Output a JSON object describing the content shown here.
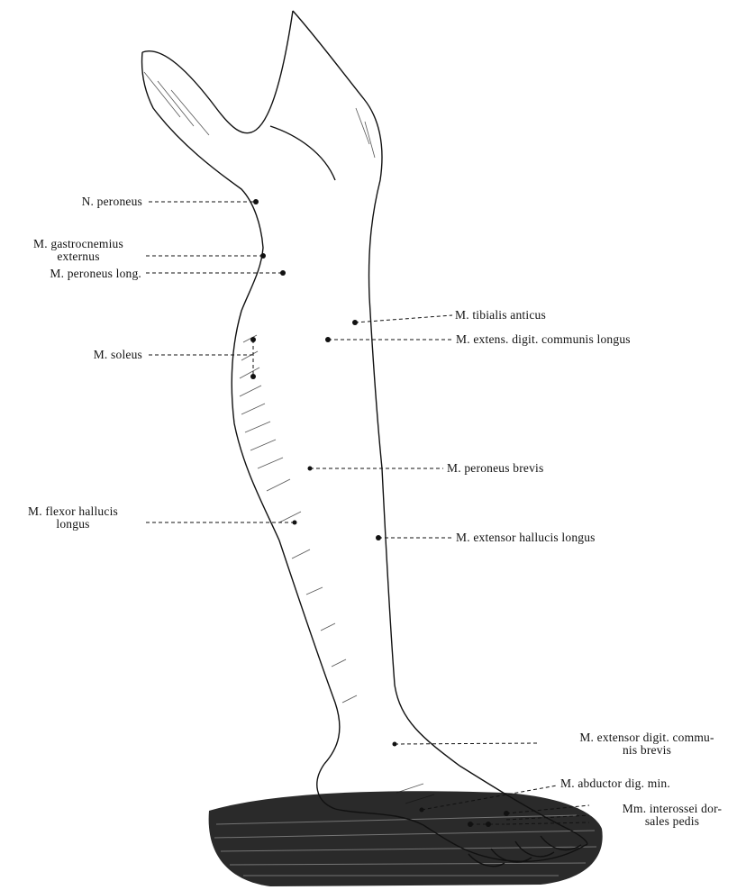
{
  "labels": {
    "n_peroneus": "N. peroneus",
    "m_gastrocnemius": {
      "line1": "M. gastrocnemius",
      "line2": "externus"
    },
    "m_peroneus_long": "M. peroneus long.",
    "m_soleus": "M. soleus",
    "m_flexor_hallucis": {
      "line1": "M. flexor hallucis",
      "line2": "longus"
    },
    "m_tibialis": "M. tibialis anticus",
    "m_extens_digit": "M. extens. digit. communis longus",
    "m_peroneus_brevis": "M. peroneus brevis",
    "m_extensor_hallucis": "M. extensor hallucis longus",
    "m_extensor_digit_brevis": {
      "line1": "M. extensor digit. commu-",
      "line2": "nis brevis"
    },
    "m_abductor": "M. abductor dig. min.",
    "mm_interossei": {
      "line1": "Mm. interossei dor-",
      "line2": "sales pedis"
    }
  },
  "colors": {
    "ink": "#111111",
    "ground": "#222222",
    "paper": "#ffffff"
  }
}
